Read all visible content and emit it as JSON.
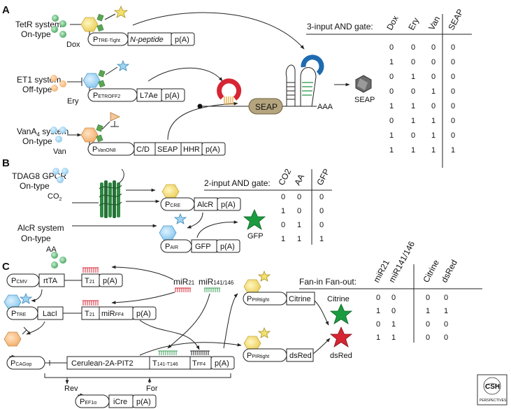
{
  "panels": {
    "a": {
      "letter": "A",
      "tetr": {
        "line1": "TetR system",
        "line2": "On-type",
        "inducer": "Dox",
        "promoter": "P",
        "promoter_sub": "TRE-Tight",
        "gene": "N-peptide",
        "polya": "p(A)"
      },
      "et1": {
        "line1": "ET1 system",
        "line2": "Off-type",
        "inducer": "Ery",
        "promoter": "P",
        "promoter_sub": "ETROFF2",
        "gene": "L7Ae",
        "polya": "p(A)"
      },
      "vana": {
        "line1": "VanA",
        "line1_sub": "4",
        "line1_tail": " system",
        "line2": "On-type",
        "inducer": "Van",
        "promoter": "P",
        "promoter_sub": "VanON8",
        "parts": [
          "C/D",
          "SEAP",
          "HHR"
        ],
        "polya": "p(A)"
      },
      "mrna": {
        "gene": "SEAP",
        "tail": "AAA",
        "product": "SEAP"
      },
      "table": {
        "title": "3-input AND gate:",
        "headers": [
          "Dox",
          "Ery",
          "Van",
          "SEAP"
        ],
        "rows": [
          [
            "0",
            "0",
            "0",
            "0"
          ],
          [
            "1",
            "0",
            "0",
            "0"
          ],
          [
            "0",
            "1",
            "0",
            "0"
          ],
          [
            "0",
            "0",
            "1",
            "0"
          ],
          [
            "1",
            "1",
            "0",
            "0"
          ],
          [
            "0",
            "1",
            "1",
            "0"
          ],
          [
            "1",
            "0",
            "1",
            "0"
          ],
          [
            "1",
            "1",
            "1",
            "1"
          ]
        ]
      }
    },
    "b": {
      "letter": "B",
      "gpcr": {
        "line1": "TDAG8 GPCR",
        "line2": "On-type",
        "inducer": "CO",
        "inducer_sub": "2"
      },
      "alcr": {
        "line1": "AlcR system",
        "line2": "On-type",
        "inducer": "AA"
      },
      "cre": {
        "promoter": "P",
        "promoter_sub": "CRE",
        "gene": "AlcR",
        "polya": "p(A)"
      },
      "air": {
        "promoter": "P",
        "promoter_sub": "AIR",
        "gene": "GFP",
        "polya": "p(A)"
      },
      "product": "GFP",
      "table": {
        "title": "2-input AND gate:",
        "headers": [
          "CO2",
          "AA",
          "GFP"
        ],
        "rows": [
          [
            "0",
            "0",
            "0"
          ],
          [
            "1",
            "0",
            "0"
          ],
          [
            "0",
            "1",
            "0"
          ],
          [
            "1",
            "1",
            "1"
          ]
        ]
      }
    },
    "c": {
      "letter": "C",
      "cmv": {
        "promoter": "P",
        "promoter_sub": "CMV",
        "gene": "rtTA",
        "target": "T",
        "target_sub": "21",
        "polya": "p(A)"
      },
      "tre": {
        "promoter": "P",
        "promoter_sub": "TRE",
        "gene": "LacI",
        "target": "T",
        "target_sub": "21",
        "mir": "miR",
        "mir_sub": "FF4",
        "polya": "p(A)"
      },
      "cag": {
        "promoter": "P",
        "promoter_sub": "CAGop",
        "gene": "Cerulean-2A-PIT2",
        "target": "T",
        "target_sub": "141-T146",
        "tff": "T",
        "tff_sub": "FF4",
        "polya": "p(A)"
      },
      "ef1": {
        "promoter": "P",
        "promoter_sub": "EF1α",
        "gene": "iCre",
        "polya": "p(A)"
      },
      "mir21": {
        "label": "miR",
        "sub": "21"
      },
      "mir141": {
        "label": "miR",
        "sub": "141/146"
      },
      "rev": "Rev",
      "for": "For",
      "pir1": {
        "promoter": "P",
        "promoter_sub": "PIRtight",
        "gene": "Citrine",
        "product": "Citrine"
      },
      "pir2": {
        "promoter": "P",
        "promoter_sub": "PIRtight",
        "gene": "dsRed",
        "product": "dsRed"
      },
      "table": {
        "title": "Fan-in Fan-out:",
        "headers": [
          "miR21",
          "miR141/146",
          "Citrine",
          "dsRed"
        ],
        "rows": [
          [
            "0",
            "0",
            "0",
            "0"
          ],
          [
            "1",
            "0",
            "1",
            "1"
          ],
          [
            "0",
            "1",
            "0",
            "0"
          ],
          [
            "1",
            "1",
            "0",
            "0"
          ]
        ]
      }
    }
  },
  "logo": {
    "line1": "CSH",
    "line2": "PERSPECTIVES"
  },
  "colors": {
    "green": "#3a9e55",
    "orange": "#f4a35a",
    "blue": "#5fb3e3",
    "yellow": "#f2e16b",
    "red": "#d62533",
    "mrna_box": "#b5a57e",
    "dark_blue": "#1e6bb0",
    "helix_green": "#2f8a43"
  }
}
